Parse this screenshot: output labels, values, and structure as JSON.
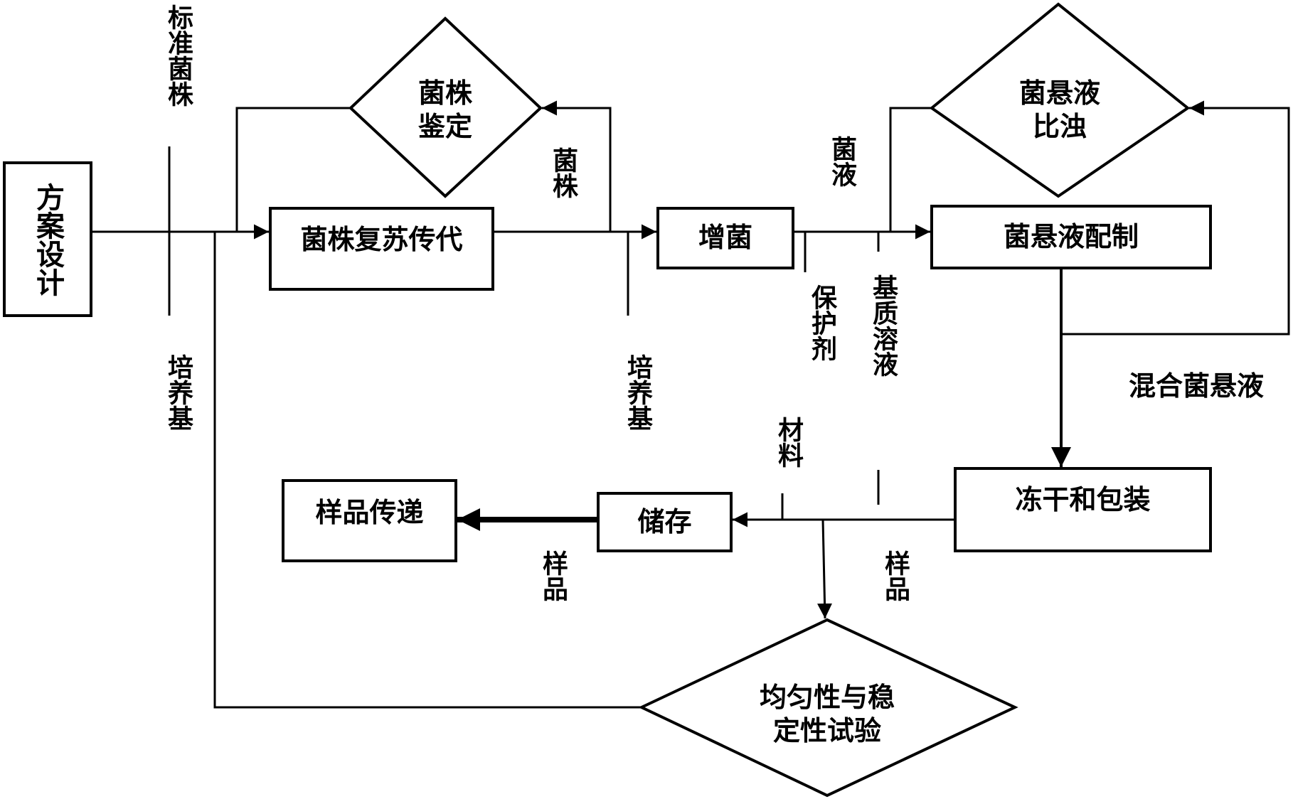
{
  "diagram": {
    "type": "flowchart",
    "colors": {
      "stroke": "#000000",
      "background": "#ffffff",
      "text": "#000000"
    },
    "nodes": {
      "design": {
        "shape": "rect",
        "label": "方案设计"
      },
      "revive": {
        "shape": "rect",
        "label": "菌株复苏传代"
      },
      "identify": {
        "shape": "diamond",
        "label_line1": "菌株",
        "label_line2": "鉴定"
      },
      "enrich": {
        "shape": "rect",
        "label": "增菌"
      },
      "suspension": {
        "shape": "rect",
        "label": "菌悬液配制"
      },
      "turbidity": {
        "shape": "diamond",
        "label_line1": "菌悬液",
        "label_line2": "比浊"
      },
      "freeze": {
        "shape": "rect",
        "label": "冻干和包装"
      },
      "storage": {
        "shape": "rect",
        "label": "储存"
      },
      "delivery": {
        "shape": "rect",
        "label": "样品传递"
      },
      "test": {
        "shape": "diamond",
        "label_line1": "均匀性与稳",
        "label_line2": "定性试验"
      }
    },
    "edge_labels": {
      "standard_strain": "标准菌株",
      "medium_1": "培养基",
      "strain": "菌株",
      "medium_2": "培养基",
      "broth": "菌液",
      "protectant": "保护剂",
      "matrix_solution": "基质溶液",
      "mixed_suspension": "混合菌悬液",
      "material": "材料",
      "sample_1": "样品",
      "sample_2": "样品"
    },
    "edges": [
      {
        "from": "方案设计",
        "to": "菌株复苏传代"
      },
      {
        "from": "菌株复苏传代",
        "to": "菌株鉴定",
        "label": "菌株"
      },
      {
        "from": "菌株鉴定",
        "to": "菌株复苏传代"
      },
      {
        "from": "菌株复苏传代",
        "to": "增菌"
      },
      {
        "from": "增菌",
        "to": "菌悬液配制",
        "label": "菌液"
      },
      {
        "from": "菌悬液配制",
        "to": "菌悬液比浊",
        "label": "混合菌悬液"
      },
      {
        "from": "菌悬液比浊",
        "to": "菌悬液配制"
      },
      {
        "from": "菌悬液配制",
        "to": "冻干和包装"
      },
      {
        "from": "冻干和包装",
        "to": "储存",
        "label": "样品"
      },
      {
        "from": "冻干和包装",
        "to": "均匀性与稳定性试验"
      },
      {
        "from": "储存",
        "to": "样品传递",
        "label": "样品"
      },
      {
        "from": "均匀性与稳定性试验",
        "to": "菌株复苏传代"
      }
    ],
    "inputs": [
      {
        "label": "标准菌株",
        "joins": "方案设计→菌株复苏传代"
      },
      {
        "label": "培养基",
        "joins": "方案设计→菌株复苏传代"
      },
      {
        "label": "培养基",
        "joins": "菌株复苏传代→增菌"
      },
      {
        "label": "保护剂",
        "joins": "增菌→菌悬液配制"
      },
      {
        "label": "基质溶液",
        "joins": "增菌→菌悬液配制"
      },
      {
        "label": "材料",
        "joins": "冻干和包装→储存"
      }
    ]
  }
}
